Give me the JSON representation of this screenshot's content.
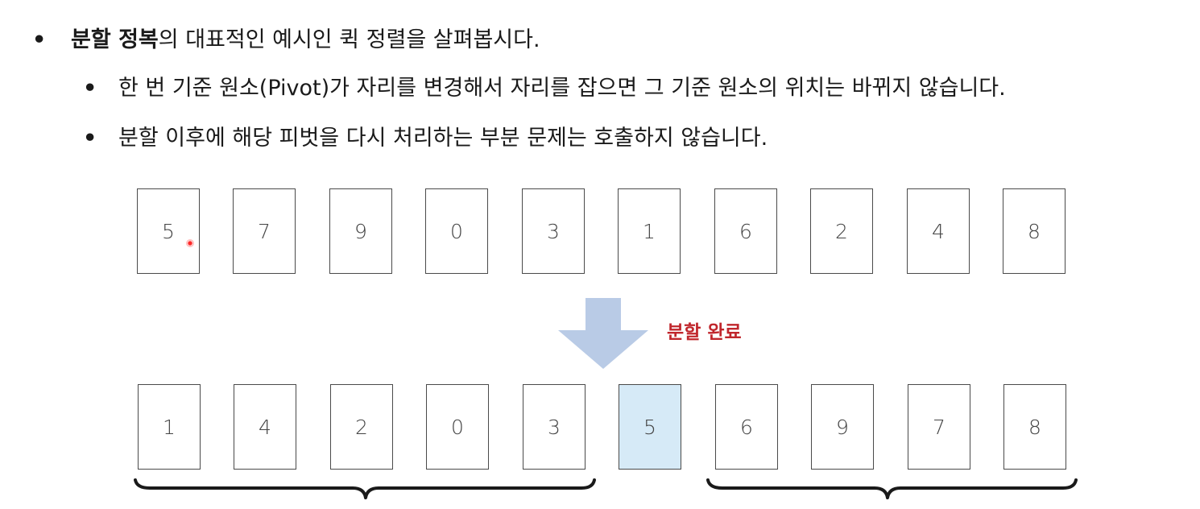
{
  "bullets": {
    "main": {
      "marker": "•",
      "bold_part": "분할 정복",
      "rest": "의 대표적인 예시인 퀵 정렬을 살펴봅시다."
    },
    "subs": [
      {
        "marker": "•",
        "text": "한 번 기준 원소(Pivot)가 자리를 변경해서 자리를 잡으면 그 기준 원소의 위치는 바뀌지 않습니다."
      },
      {
        "marker": "•",
        "text": "분할 이후에 해당 피벗을 다시 처리하는 부분 문제는 호출하지 않습니다."
      }
    ]
  },
  "diagram": {
    "before": [
      "5",
      "7",
      "9",
      "0",
      "3",
      "1",
      "6",
      "2",
      "4",
      "8"
    ],
    "after": [
      "1",
      "4",
      "2",
      "0",
      "3",
      "5",
      "6",
      "9",
      "7",
      "8"
    ],
    "pivot_index_after": 5,
    "status_label": "분할 완료",
    "colors": {
      "arrow": "#b9cbe6",
      "pivot_fill": "#d6eaf7",
      "label": "#c0262c",
      "card_border": "#4a4a4a"
    }
  }
}
